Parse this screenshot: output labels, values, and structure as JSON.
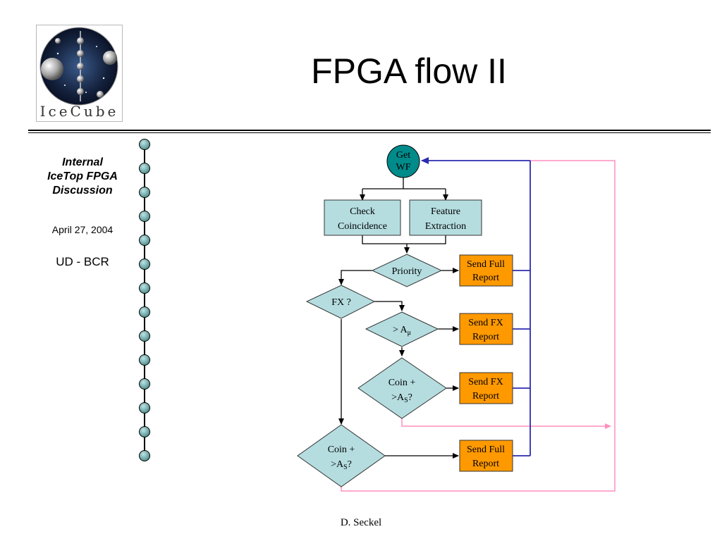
{
  "slide": {
    "title": "FPGA flow II",
    "footer": "D. Seckel"
  },
  "logo": {
    "text": "IceCube"
  },
  "sidebar": {
    "title_line1": "Internal",
    "title_line2": "IceTop FPGA",
    "title_line3": "Discussion",
    "date": "April 27, 2004",
    "org": "UD - BCR"
  },
  "flowchart": {
    "get_wf": {
      "line1": "Get",
      "line2": "WF"
    },
    "check_coincidence": {
      "line1": "Check",
      "line2": "Coincidence"
    },
    "feature_extraction": {
      "line1": "Feature",
      "line2": "Extraction"
    },
    "priority": "Priority",
    "fx_question": "FX ?",
    "a_mu": "> A",
    "a_mu_sub": "μ",
    "coin_as_1": {
      "line1": "Coin +",
      "line2_prefix": ">A",
      "line2_sub": "S",
      "line2_suffix": "?"
    },
    "coin_as_2": {
      "line1": "Coin +",
      "line2_prefix": ">A",
      "line2_sub": "S",
      "line2_suffix": "?"
    },
    "send_full_report_1": {
      "line1": "Send Full",
      "line2": "Report"
    },
    "send_fx_report_1": {
      "line1": "Send FX",
      "line2": "Report"
    },
    "send_fx_report_2": {
      "line1": "Send FX",
      "line2": "Report"
    },
    "send_full_report_2": {
      "line1": "Send Full",
      "line2": "Report"
    }
  },
  "colors": {
    "process_fill": "#b5dde0",
    "terminal_fill": "#008b8b",
    "report_fill": "#ff9900",
    "blue_line": "#2b2bb0",
    "pink_line": "#ff8fbf",
    "bead_fill": "#5a9c9c"
  }
}
